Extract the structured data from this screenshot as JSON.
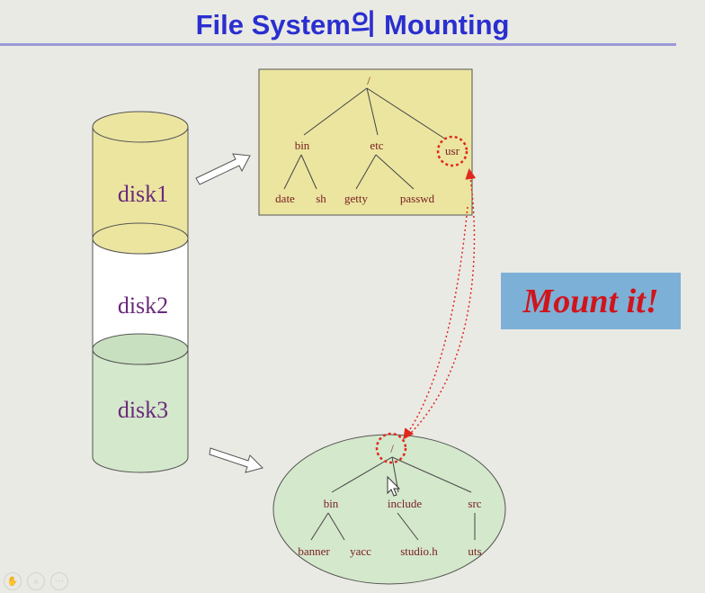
{
  "title": "File System의 Mounting",
  "disks": [
    {
      "label": "disk1",
      "color": "#ebe5a0"
    },
    {
      "label": "disk2",
      "color": "#ffffff"
    },
    {
      "label": "disk3",
      "color": "#d4e8cc"
    }
  ],
  "tree_top": {
    "root": "/",
    "dirs": [
      "bin",
      "etc",
      "usr"
    ],
    "leaves": [
      "date",
      "sh",
      "getty",
      "passwd"
    ]
  },
  "tree_bottom": {
    "root": "/",
    "dirs": [
      "bin",
      "include",
      "src"
    ],
    "leaves": [
      "banner",
      "yacc",
      "studio.h",
      "uts"
    ]
  },
  "mount_label": "Mount it!",
  "colors": {
    "title": "#2a2fd0",
    "disk_text": "#6a2a7a",
    "tree_text": "#7a2020",
    "mount_text": "#d0141c",
    "mount_box": "#7db0d6",
    "highlight": "#e0281e",
    "top_panel": "#ebe5a0",
    "bottom_panel": "#d4e8cc"
  },
  "toolbar_icons": [
    "hand-icon",
    "zoom-icon",
    "more-icon"
  ]
}
